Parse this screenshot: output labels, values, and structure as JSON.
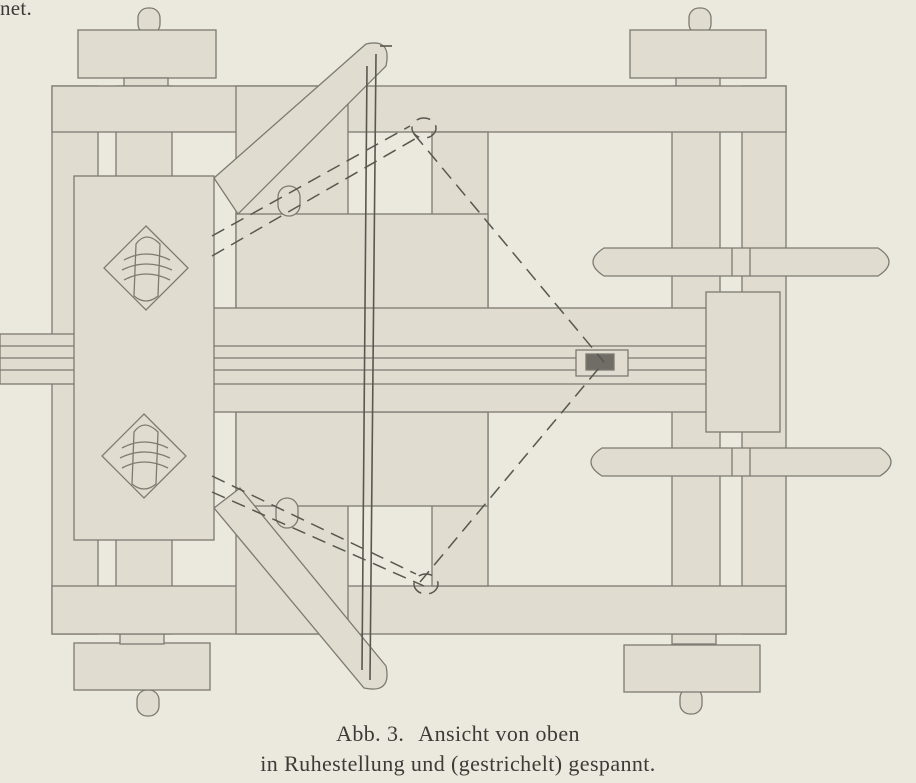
{
  "page": {
    "fragment_text": "net."
  },
  "figure": {
    "label": "Abb. 3.",
    "caption_line1": "Ansicht von oben",
    "caption_line2": "in Ruhestellung und (gestrichelt) gespannt."
  },
  "colors": {
    "paper": "#ebe8dd",
    "part_fill": "#e0ddd0",
    "line": "#7d7a72",
    "ink": "#3d3b37",
    "dash": "#5a5750"
  }
}
